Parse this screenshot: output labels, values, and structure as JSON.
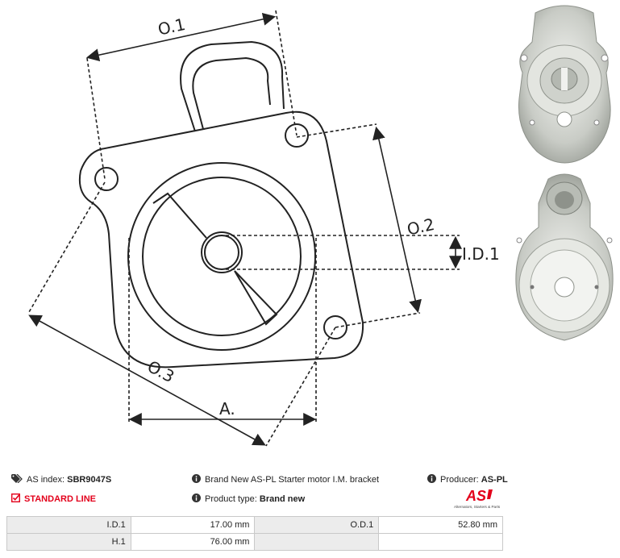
{
  "diagram": {
    "labels": {
      "od1": "O.1",
      "od2": "O.2",
      "od3": "O.3",
      "id1": "I.D.1",
      "a": "A."
    }
  },
  "info": {
    "as_index_label": "AS index:",
    "as_index_value": "SBR9047S",
    "line_label": "STANDARD LINE",
    "description": "Brand New AS-PL Starter motor I.M. bracket",
    "product_type_label": "Product type:",
    "product_type_value": "Brand new",
    "producer_label": "Producer:",
    "producer_value": "AS-PL",
    "logo_text": "AS",
    "logo_tagline": "Alternators, Starters & Parts"
  },
  "specs": {
    "rows": [
      {
        "label1": "I.D.1",
        "value1": "17.00 mm",
        "label2": "O.D.1",
        "value2": "52.80 mm"
      },
      {
        "label1": "H.1",
        "value1": "76.00 mm",
        "label2": "",
        "value2": ""
      }
    ]
  },
  "colors": {
    "accent": "#e3001b",
    "line": "#222222",
    "cell_bg": "#ececec"
  }
}
